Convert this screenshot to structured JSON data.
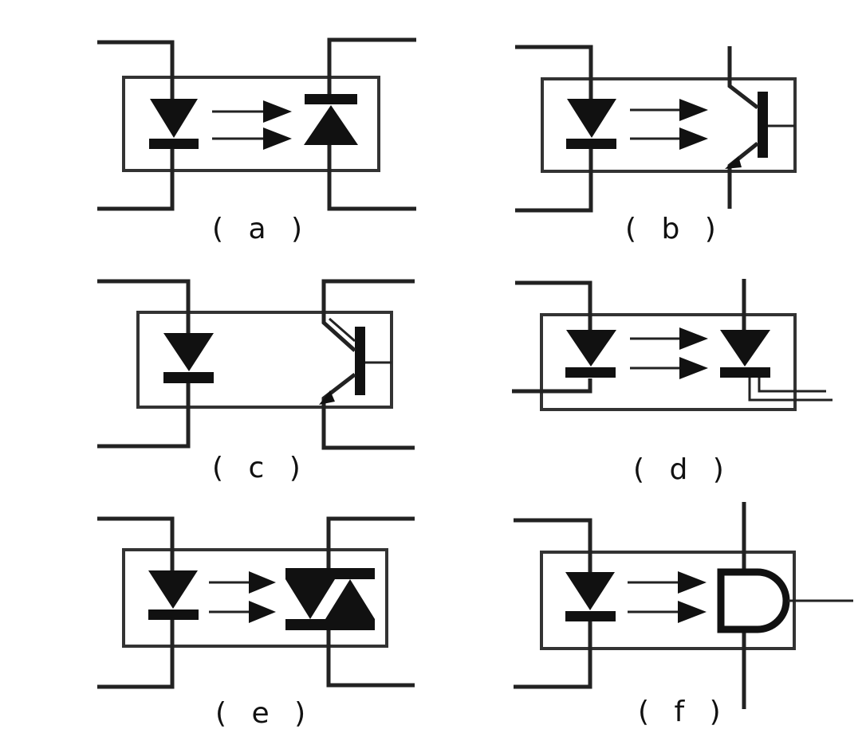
{
  "figure": {
    "panels": [
      {
        "id": "a",
        "caption": "( a )",
        "emitter": "led-diode",
        "receiver": "photodiode"
      },
      {
        "id": "b",
        "caption": "( b )",
        "emitter": "led-diode",
        "receiver": "phototransistor"
      },
      {
        "id": "c",
        "caption": "( c )",
        "emitter": "led-diode",
        "receiver": "phototransistor"
      },
      {
        "id": "d",
        "caption": "( d )",
        "emitter": "led-diode",
        "receiver": "photodiode"
      },
      {
        "id": "e",
        "caption": "( e )",
        "emitter": "led-diode",
        "receiver": "photo-triac"
      },
      {
        "id": "f",
        "caption": "( f )",
        "emitter": "led-diode",
        "receiver": "and-gate"
      }
    ]
  }
}
